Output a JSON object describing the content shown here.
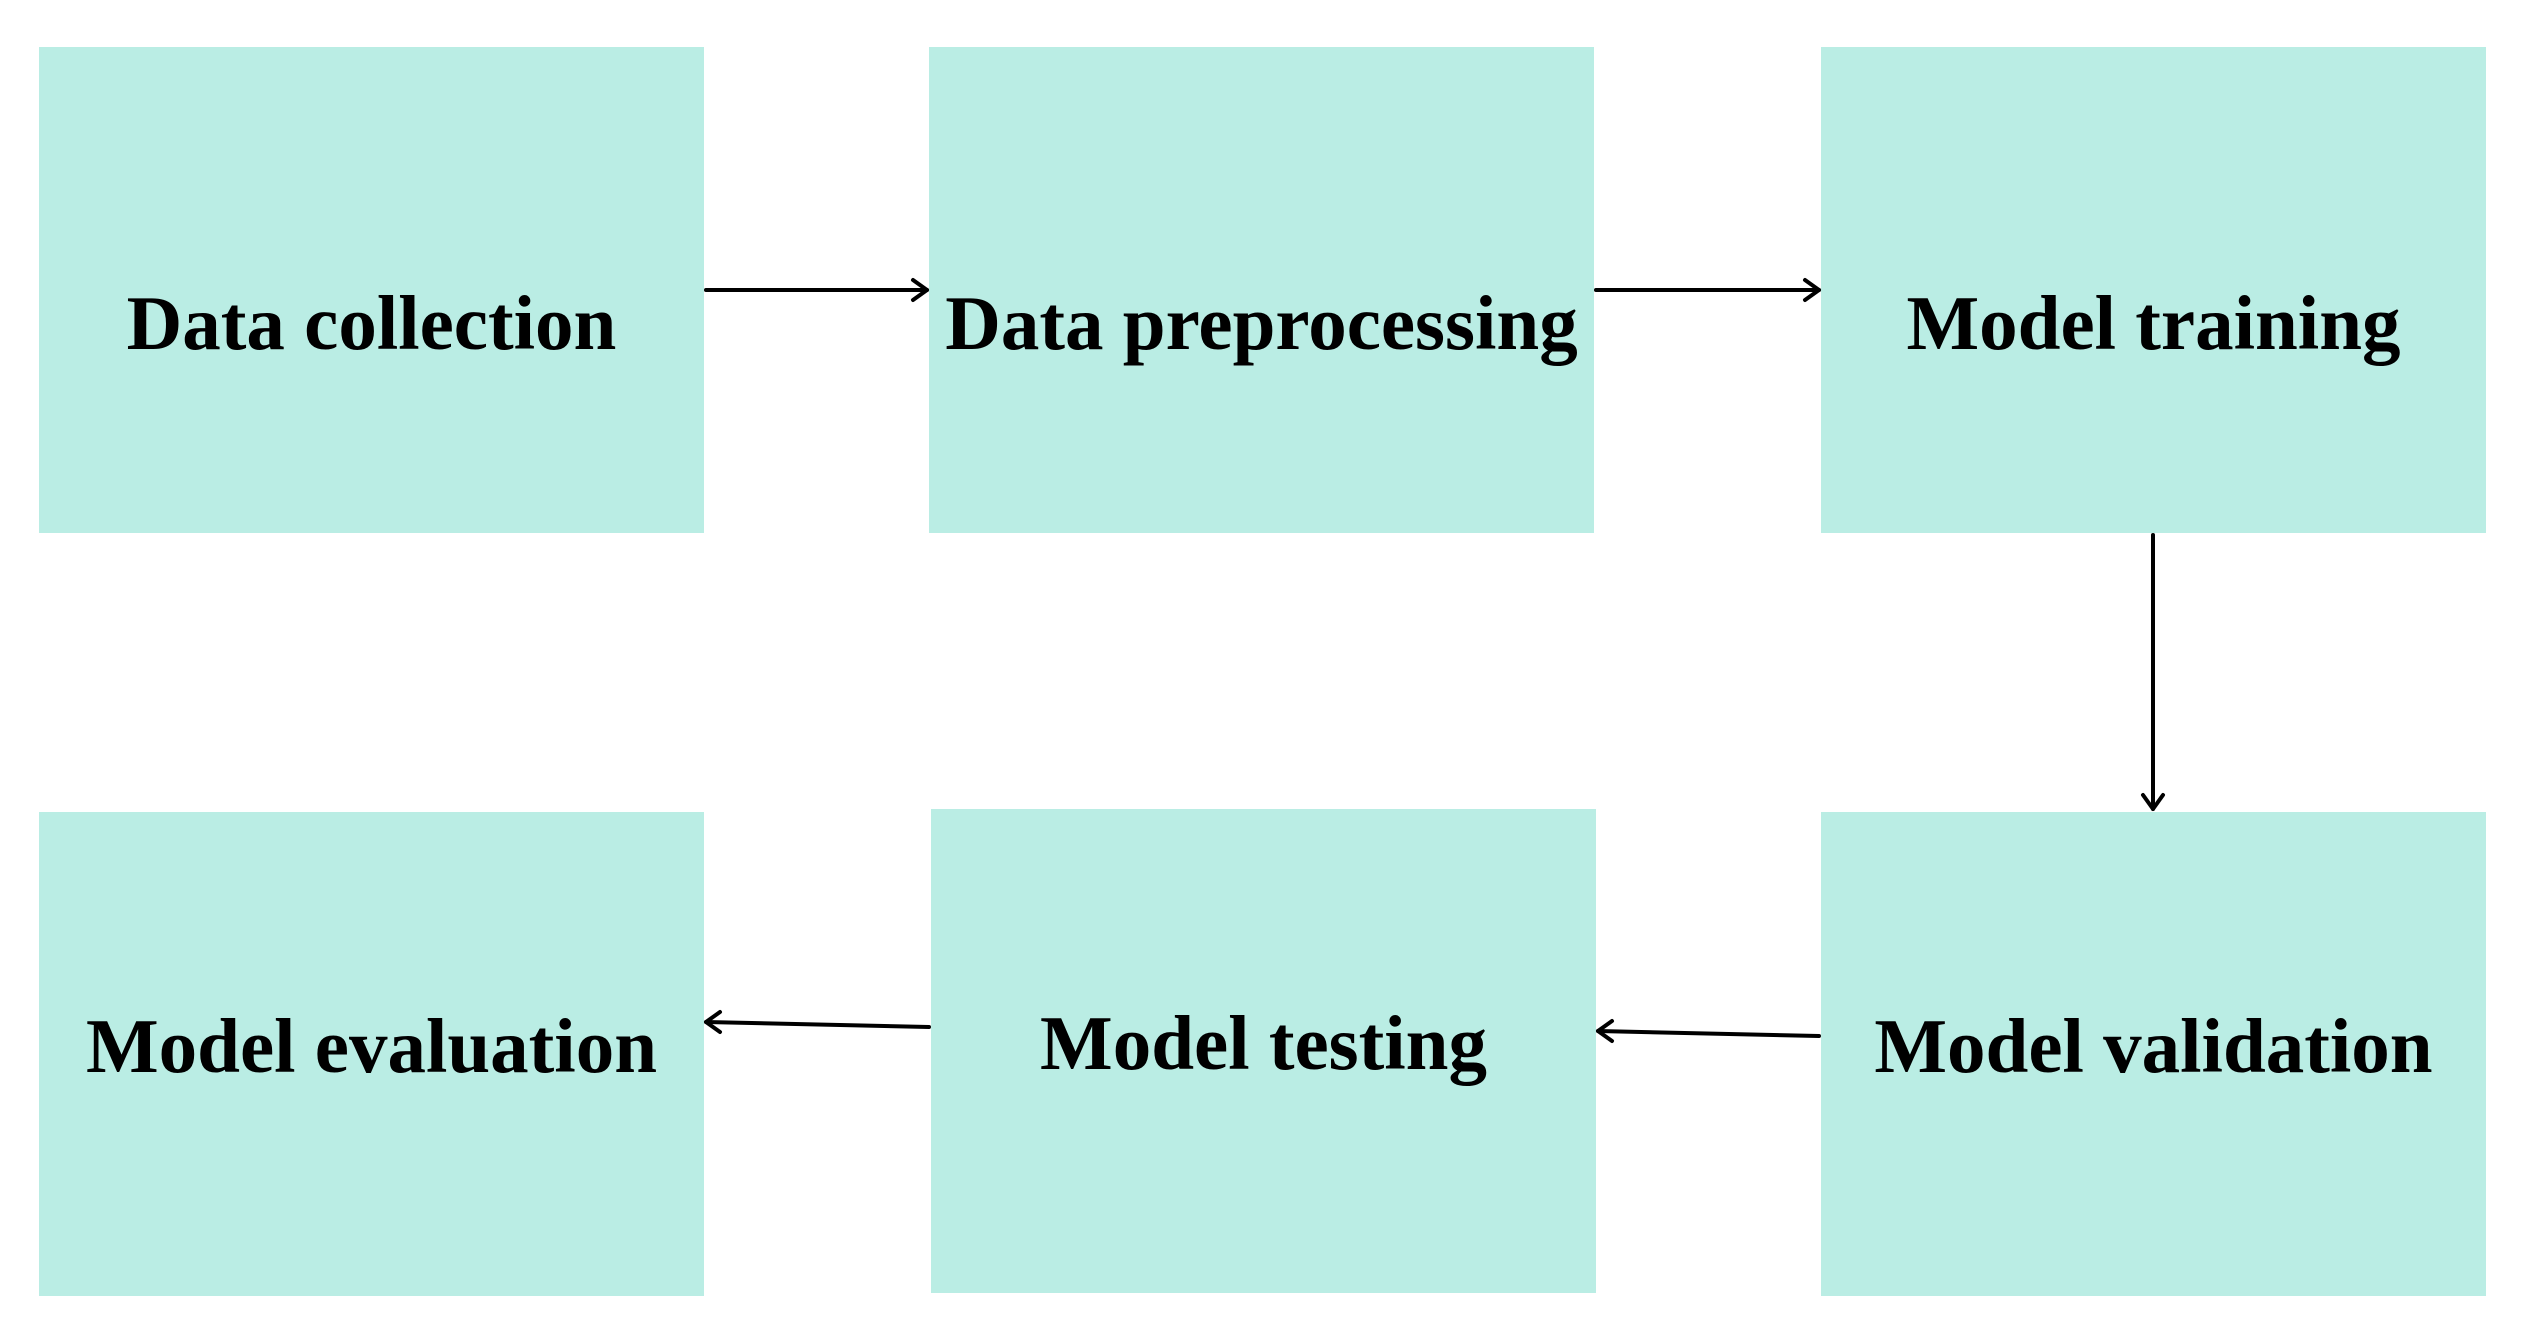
{
  "diagram": {
    "box_color": "#baede4",
    "arrow_color": "#000000",
    "nodes": [
      {
        "id": "data-collection",
        "label": "Data collection"
      },
      {
        "id": "data-preprocessing",
        "label": "Data preprocessing"
      },
      {
        "id": "model-training",
        "label": "Model training"
      },
      {
        "id": "model-validation",
        "label": "Model validation"
      },
      {
        "id": "model-testing",
        "label": "Model testing"
      },
      {
        "id": "model-evaluation",
        "label": "Model evaluation"
      }
    ],
    "edges": [
      {
        "from": "data-collection",
        "to": "data-preprocessing"
      },
      {
        "from": "data-preprocessing",
        "to": "model-training"
      },
      {
        "from": "model-training",
        "to": "model-validation"
      },
      {
        "from": "model-validation",
        "to": "model-testing"
      },
      {
        "from": "model-testing",
        "to": "model-evaluation"
      }
    ]
  }
}
